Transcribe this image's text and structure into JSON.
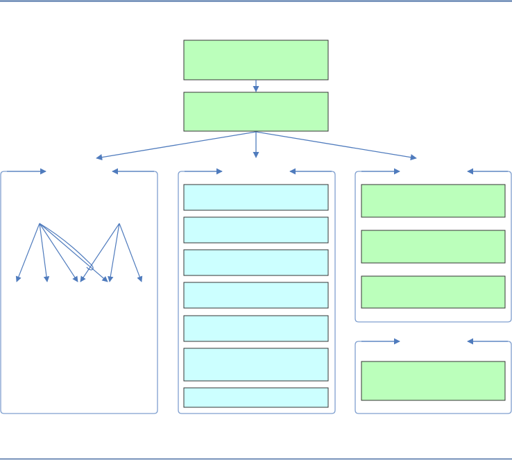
{
  "diagram": {
    "colors": {
      "rule": "#4a6fa5",
      "connector": "#4f7bbd",
      "panel_border": "#7f9fcf",
      "node_green_fill": "#bbffbb",
      "node_cyan_fill": "#ccffff",
      "node_border": "#333333"
    },
    "top_nodes": [
      {
        "id": "root",
        "label": "",
        "fill": "green"
      },
      {
        "id": "second",
        "label": "",
        "fill": "green"
      }
    ],
    "panels": [
      {
        "id": "panel-left",
        "title": "",
        "nodes": [],
        "fan_sources": 2,
        "fan_targets": 5
      },
      {
        "id": "panel-center",
        "title": "",
        "nodes": [
          {
            "label": "",
            "fill": "cyan"
          },
          {
            "label": "",
            "fill": "cyan"
          },
          {
            "label": "",
            "fill": "cyan"
          },
          {
            "label": "",
            "fill": "cyan"
          },
          {
            "label": "",
            "fill": "cyan"
          },
          {
            "label": "",
            "fill": "cyan"
          },
          {
            "label": "",
            "fill": "cyan"
          }
        ]
      },
      {
        "id": "panel-right-top",
        "title": "",
        "nodes": [
          {
            "label": "",
            "fill": "green"
          },
          {
            "label": "",
            "fill": "green"
          },
          {
            "label": "",
            "fill": "green"
          }
        ]
      },
      {
        "id": "panel-right-bottom",
        "title": "",
        "nodes": [
          {
            "label": "",
            "fill": "green"
          }
        ]
      }
    ]
  }
}
